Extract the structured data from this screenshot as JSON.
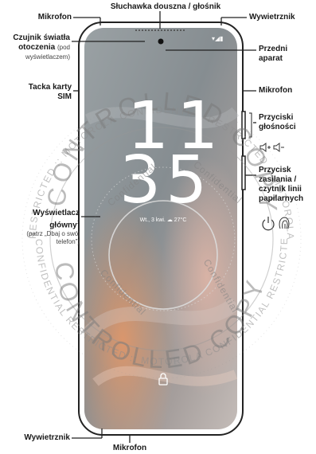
{
  "labels": {
    "top_mic": "Mikrofon",
    "earpiece": "Słuchawka douszna / głośnik",
    "top_speaker": "Wywietrznik",
    "light_sensor_bold": "Czujnik światła otoczenia",
    "light_sensor_note": "(pod wyświetlaczem)",
    "front_camera": "Przedni aparat",
    "sim_tray": "Tacka karty SIM",
    "side_mic": "Mikrofon",
    "volume_buttons": "Przyciski głośności",
    "power_button": "Przycisk zasilania / czytnik linii papilarnych",
    "main_display_bold": "Wyświetlacz główny",
    "main_display_sup": "1",
    "main_display_note": "(patrz „Dbaj o swój telefon”)",
    "bottom_speaker": "Wywietrznik",
    "bottom_mic": "Mikrofon"
  },
  "screen": {
    "hours": "11",
    "minutes": "35",
    "date_weather": "Wt., 3 kwi.  ☁ 27°C"
  },
  "watermarks": {
    "ring_top": "RESTRICTED :: MOTOROLA CONFIDENTIAL RESTRICTED :: MOTOROLA CO",
    "ring_bottom": "CONFIDENTIAL RESTRICTED :: MOTOROLA CONFIDENTIAL RESTRICTED",
    "controlled_top": "CONTROLLED COPY",
    "controlled_bottom": "CONTROLLED COPY",
    "confidential_1": "Confidential",
    "confidential_2": "Confidential",
    "confidential_3": "Confidential",
    "confidential_4": "Confidential"
  },
  "colors": {
    "screen_top": "#8d9497",
    "screen_bottom": "#b8b0b0",
    "accent_orange": "#d9825a"
  }
}
